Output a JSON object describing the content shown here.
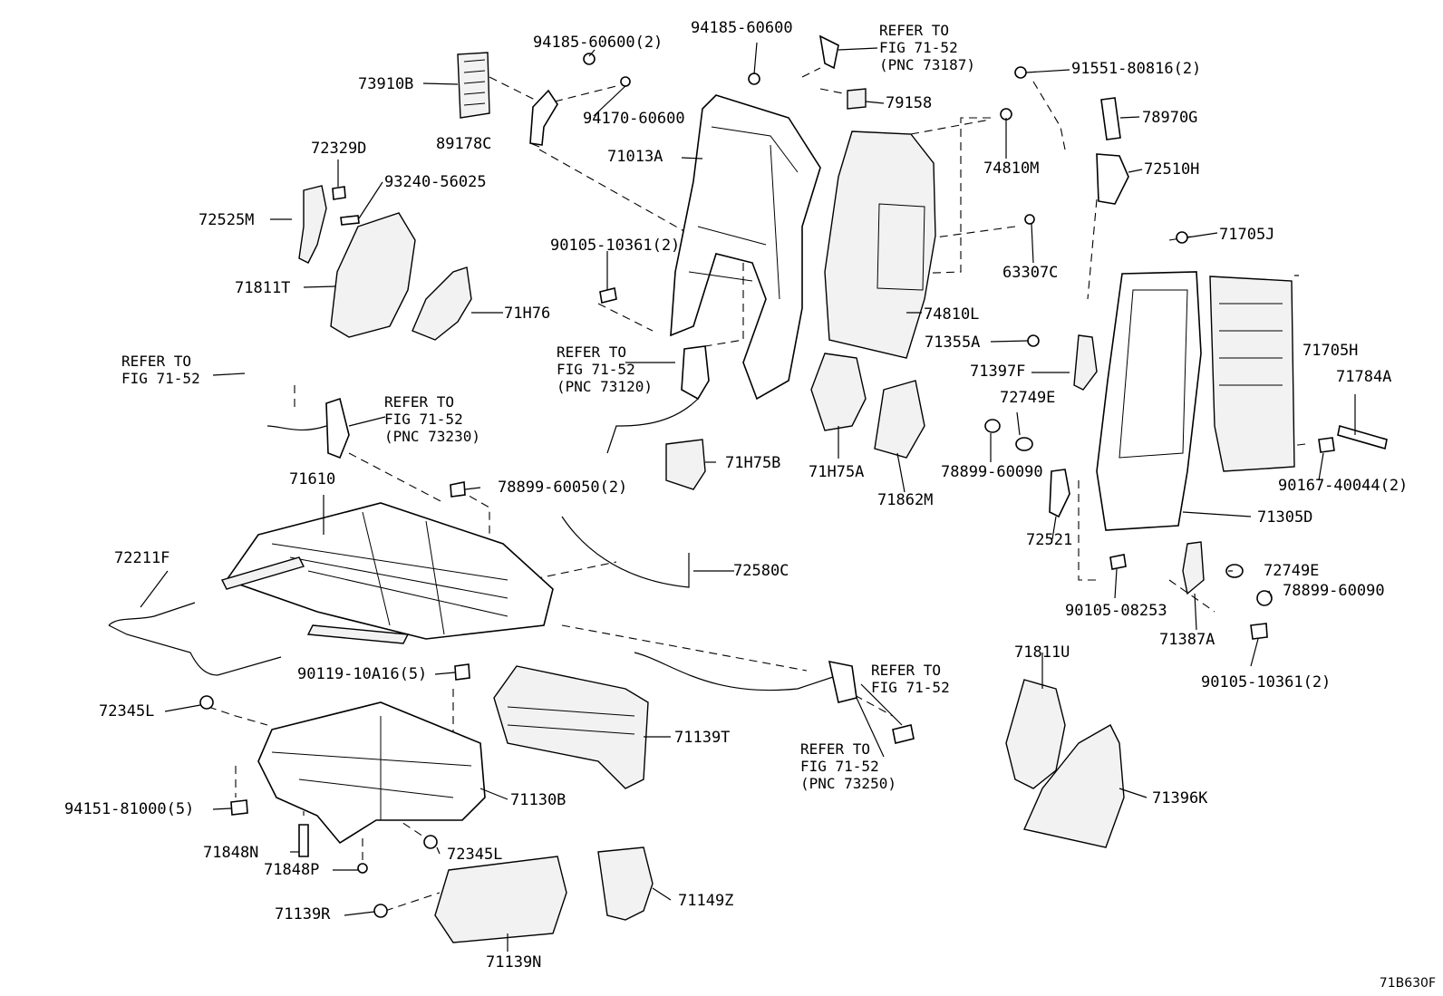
{
  "diagram_code": "71B630F",
  "labels": {
    "p94185_60600_2": "94185-60600(2)",
    "p94185_60600": "94185-60600",
    "refer_73187": "REFER TO\nFIG 71-52\n(PNC 73187)",
    "p91551_80816_2": "91551-80816(2)",
    "p73910B": "73910B",
    "p94170_60600": "94170-60600",
    "p79158": "79158",
    "p78970G": "78970G",
    "p72329D": "72329D",
    "p89178C": "89178C",
    "p71013A": "71013A",
    "p74810M": "74810M",
    "p72510H": "72510H",
    "p93240_56025": "93240-56025",
    "p72525M": "72525M",
    "p90105_10361_2a": "90105-10361(2)",
    "p63307C": "63307C",
    "p71705J": "71705J",
    "p71811T": "71811T",
    "p71H76": "71H76",
    "p74810L": "74810L",
    "p71355A": "71355A",
    "p71705H": "71705H",
    "refer_73120": "REFER TO\nFIG 71-52\n(PNC 73120)",
    "refer_fig_a": "REFER TO\nFIG 71-52",
    "p71397F": "71397F",
    "p71784A": "71784A",
    "refer_73230": "REFER TO\nFIG 71-52\n(PNC 73230)",
    "p72749E_a": "72749E",
    "p71H75B": "71H75B",
    "p71H75A": "71H75A",
    "p78899_60090_a": "78899-60090",
    "p90167_40044_2": "90167-40044(2)",
    "p71610": "71610",
    "p78899_60050_2": "78899-60050(2)",
    "p71862M": "71862M",
    "p71305D": "71305D",
    "p72211F": "72211F",
    "p72521": "72521",
    "p72580C": "72580C",
    "p72749E_b": "72749E",
    "p78899_60090_b": "78899-60090",
    "p90105_08253": "90105-08253",
    "p71387A": "71387A",
    "p71811U": "71811U",
    "p90105_10361_2b": "90105-10361(2)",
    "p90119_10A16_5": "90119-10A16(5)",
    "refer_fig_b": "REFER TO\nFIG 71-52",
    "p72345L_a": "72345L",
    "p71139T": "71139T",
    "refer_73250": "REFER TO\nFIG 71-52\n(PNC 73250)",
    "p71130B": "71130B",
    "p71396K": "71396K",
    "p94151_81000_5": "94151-81000(5)",
    "p71848N": "71848N",
    "p72345L_b": "72345L",
    "p71848P": "71848P",
    "p71149Z": "71149Z",
    "p71139R": "71139R",
    "p71139N": "71139N"
  }
}
